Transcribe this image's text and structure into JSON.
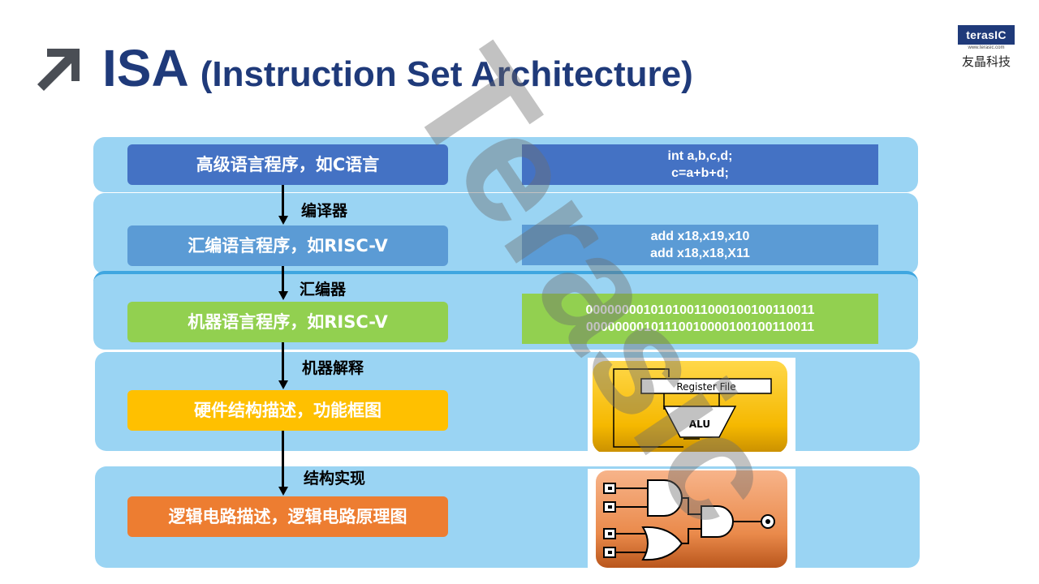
{
  "header": {
    "title": "ISA",
    "subtitle": "(Instruction Set Architecture)",
    "logo_mark": "terasIC",
    "logo_site": "www.terasic.com",
    "logo_cn": "友晶科技"
  },
  "levels": [
    {
      "label": "高级语言程序，如C语言",
      "color": "#4472c4"
    },
    {
      "label": "汇编语言程序，如RISC-V",
      "color": "#5b9bd5"
    },
    {
      "label": "机器语言程序，如RISC-V",
      "color": "#92d050"
    },
    {
      "label": "硬件结构描述，功能框图",
      "color": "#ffc000"
    },
    {
      "label": "逻辑电路描述，逻辑电路原理图",
      "color": "#ed7d31"
    }
  ],
  "transitions": [
    "编译器",
    "汇编器",
    "机器解释",
    "结构实现"
  ],
  "examples": {
    "c_code": [
      "int a,b,c,d;",
      "c=a+b+d;"
    ],
    "asm": [
      "add x18,x19,x10",
      "add x18,x18,X11"
    ],
    "machine": [
      "00000000101010011000100100110011",
      "00000000101110010000100100110011"
    ]
  },
  "block_diagram": {
    "register_label": "Register File",
    "alu_label": "ALU"
  },
  "watermark": "Terasic"
}
